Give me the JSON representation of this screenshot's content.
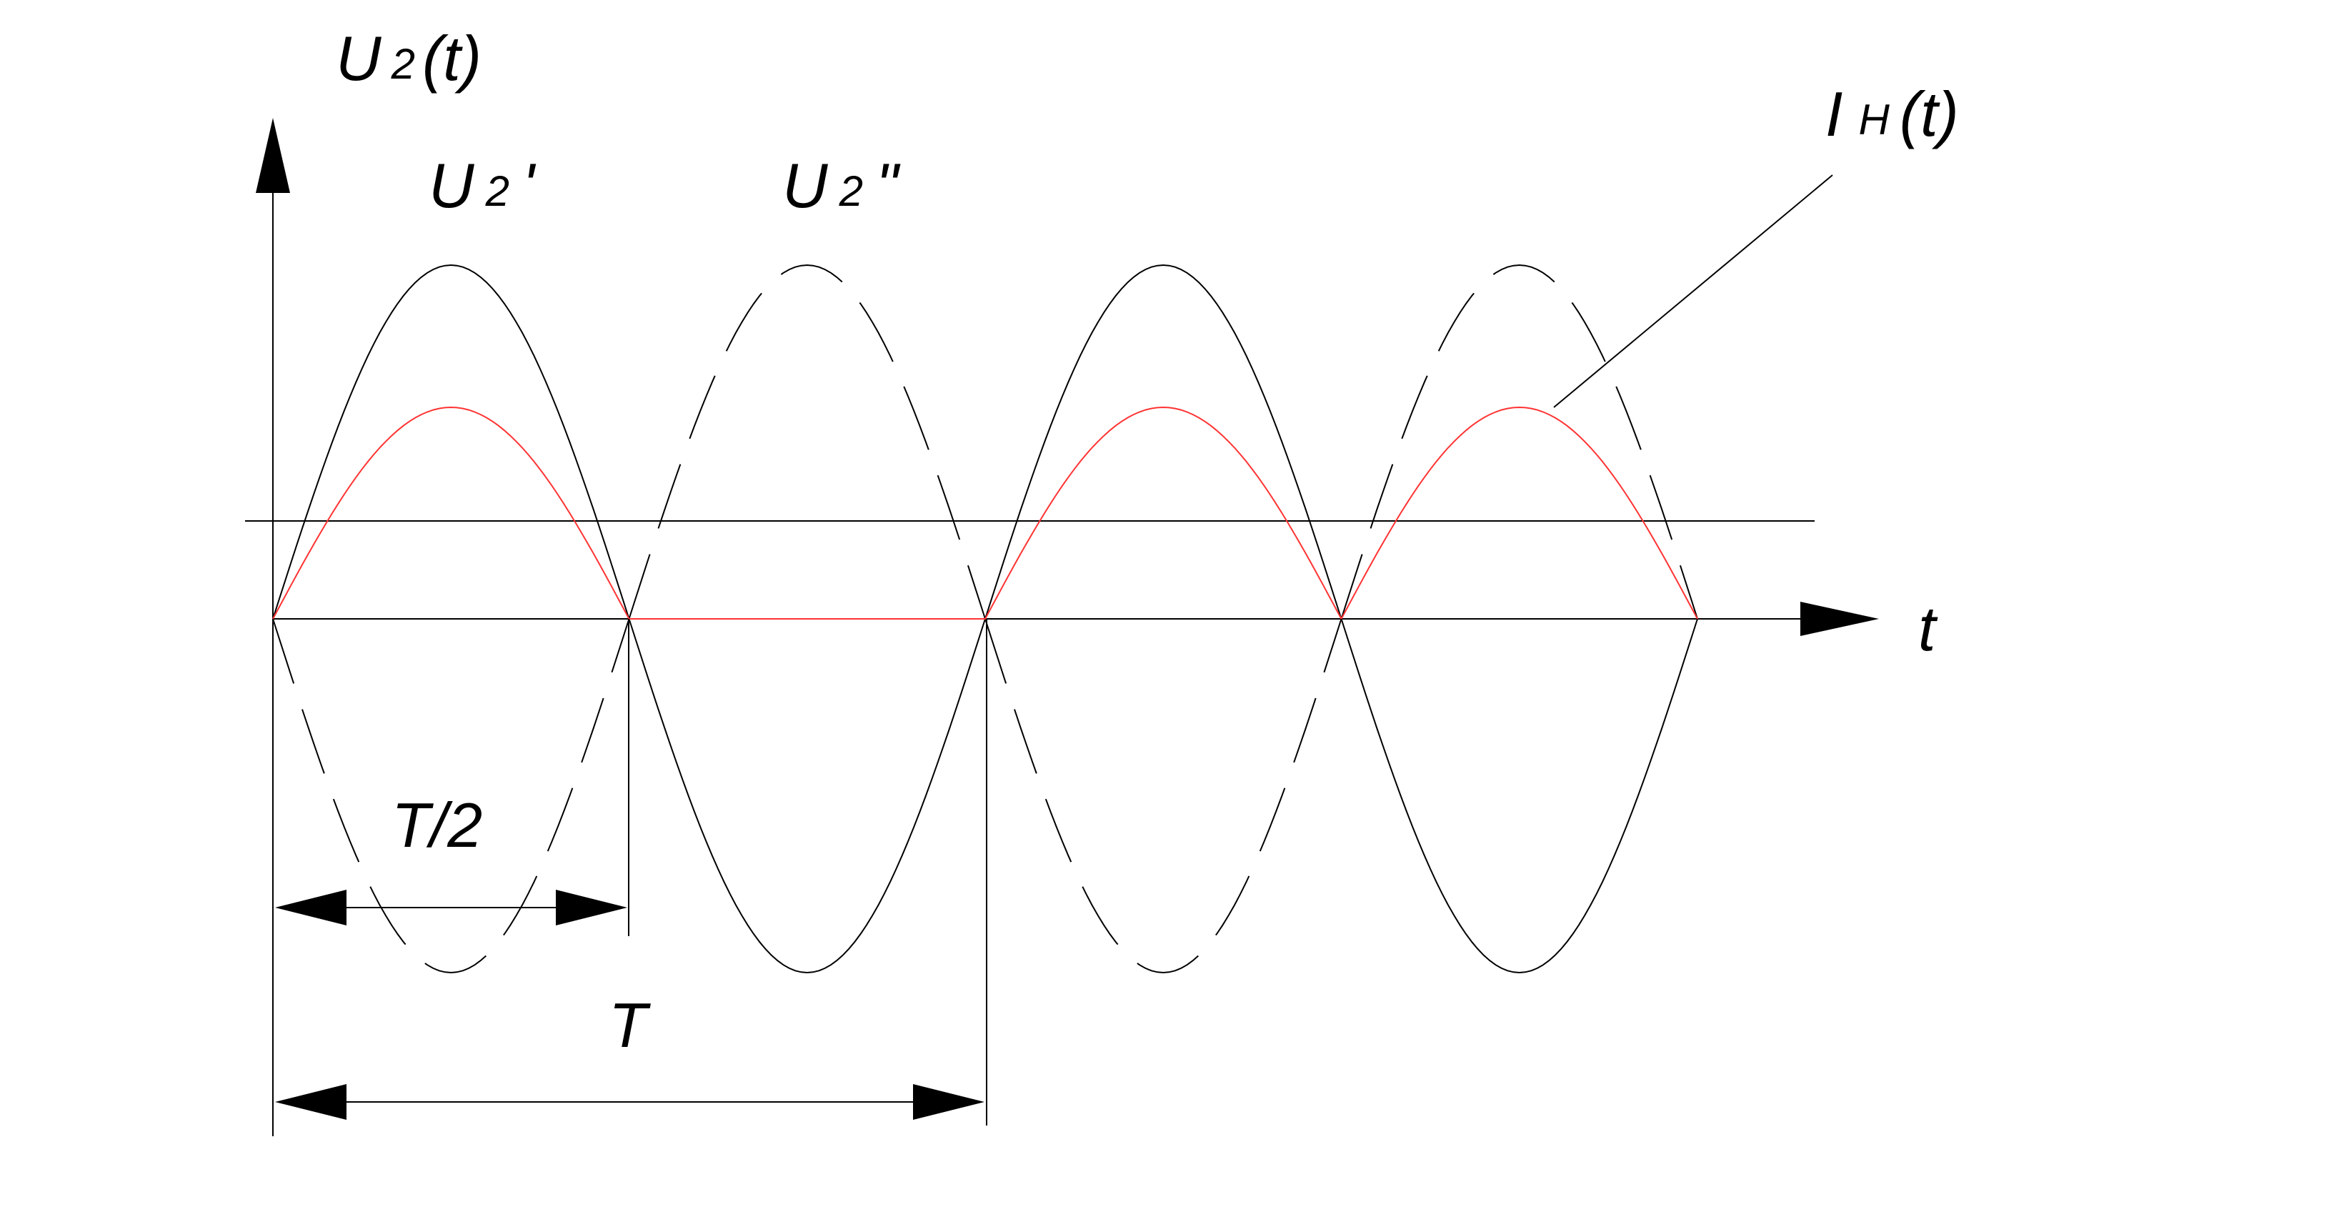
{
  "labels": {
    "u2_axis": "U",
    "u2_axis_sub": "2",
    "u2_axis_arg": "(t)",
    "u2_prime": "U",
    "u2_prime_sub": "2",
    "u2_prime_mark": "'",
    "u2_double": "U",
    "u2_double_sub": "2",
    "u2_double_mark": "\"",
    "i_load": "I",
    "i_load_sub": "H",
    "i_load_arg": "(t)",
    "t_axis": "t",
    "half_period": "T/2",
    "period": "T"
  },
  "colors": {
    "line": "#000000",
    "load_current": "#ff3333"
  }
}
